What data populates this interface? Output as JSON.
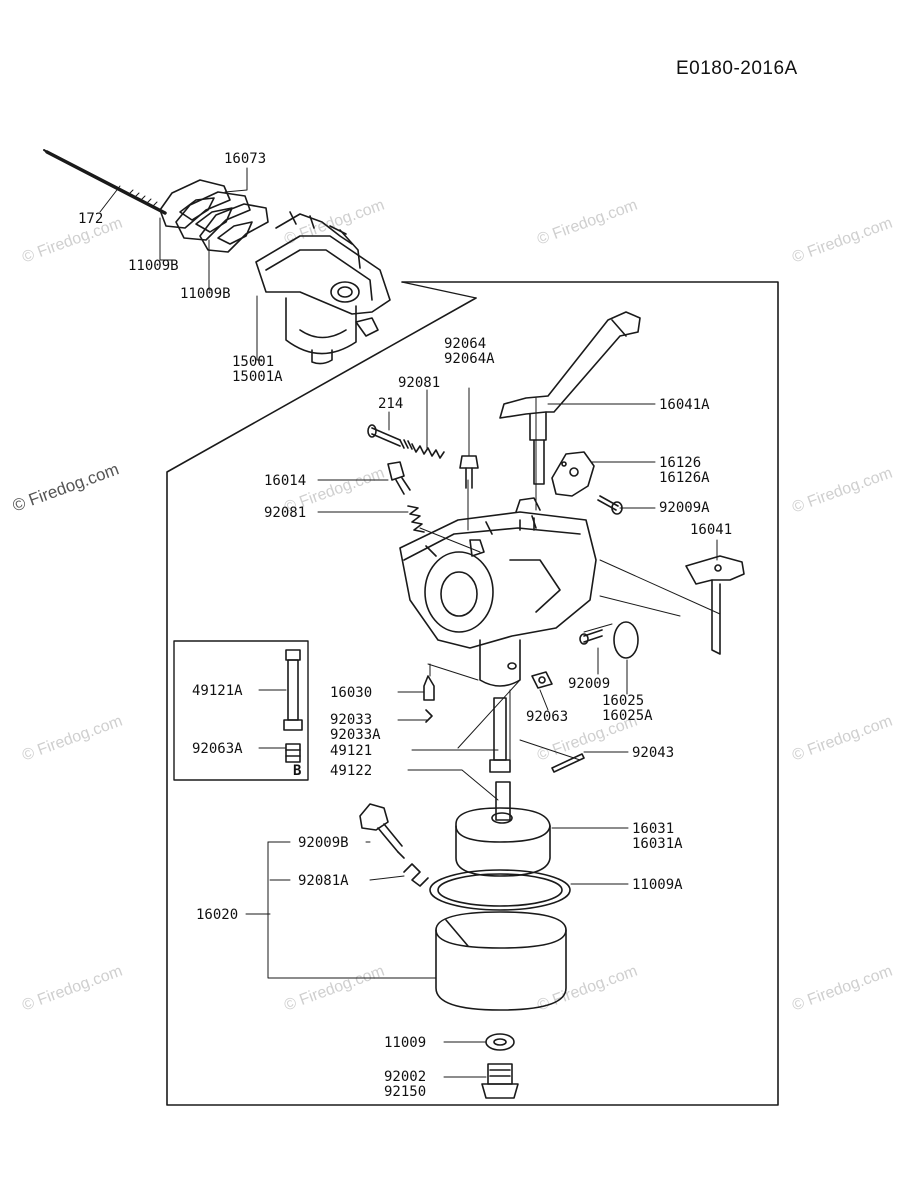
{
  "document_code": "E0180-2016A",
  "watermark": "© Firedog.com",
  "inset_letter": "B",
  "labels": {
    "p16073": "16073",
    "p172": "172",
    "p11009B_a": "11009B",
    "p11009B_b": "11009B",
    "p15001": "15001",
    "p15001A": "15001A",
    "p92064": "92064",
    "p92064A": "92064A",
    "p92081_top": "92081",
    "p214": "214",
    "p16041A": "16041A",
    "p16126": "16126",
    "p16126A": "16126A",
    "p16014": "16014",
    "p92009A": "92009A",
    "p92081_mid": "92081",
    "p16041": "16041",
    "p49121A": "49121A",
    "p92063A": "92063A",
    "p16030": "16030",
    "p92009": "92009",
    "p16025": "16025",
    "p16025A": "16025A",
    "p92033": "92033",
    "p92033A": "92033A",
    "p92063": "92063",
    "p49121": "49121",
    "p92043": "92043",
    "p49122": "49122",
    "p16031": "16031",
    "p16031A": "16031A",
    "p92009B": "92009B",
    "p92081A": "92081A",
    "p11009A": "11009A",
    "p16020": "16020",
    "p11009": "11009",
    "p92002": "92002",
    "p92150": "92150"
  }
}
